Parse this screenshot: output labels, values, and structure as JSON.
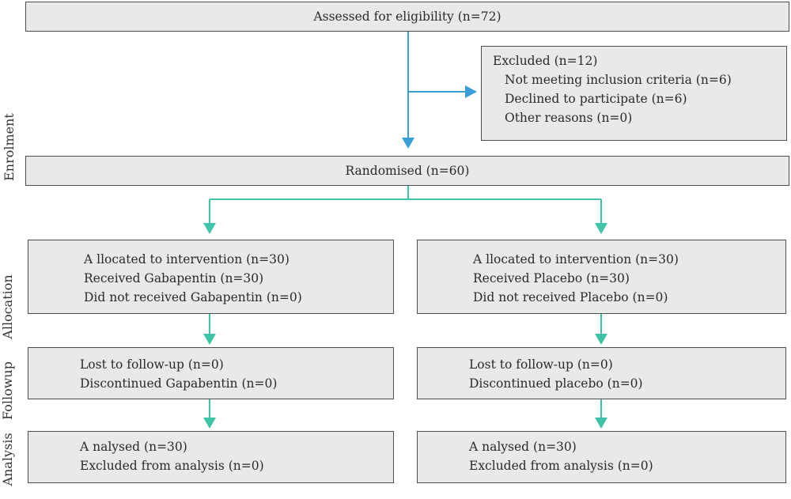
{
  "stages": [
    "Enrolment",
    "Allocation",
    "Followup",
    "Analysis"
  ],
  "assessed": "Assessed for eligibility (n=72)",
  "excluded": {
    "title": "Excluded (n=12)",
    "items": [
      "Not meeting inclusion criteria (n=6)",
      "Declined to participate (n=6)",
      "Other reasons (n=0)"
    ]
  },
  "randomised": "Randomised (n=60)",
  "allocation": {
    "left": [
      "A llocated to intervention (n=30)",
      "Received Gabapentin (n=30)",
      "Did not received Gabapentin (n=0)"
    ],
    "right": [
      "A llocated to intervention (n=30)",
      "Received Placebo (n=30)",
      "Did not received Placebo (n=0)"
    ]
  },
  "followup": {
    "left": [
      "Lost to follow-up (n=0)",
      "Discontinued Gapabentin (n=0)"
    ],
    "right": [
      "Lost to follow-up (n=0)",
      "Discontinued placebo (n=0)"
    ]
  },
  "analysis": {
    "left": [
      "A nalysed (n=30)",
      "Excluded from analysis (n=0)"
    ],
    "right": [
      "A nalysed (n=30)",
      "Excluded from analysis (n=0)"
    ]
  },
  "colors": {
    "blue_arrow": "#3a9fd8",
    "teal_arrow": "#40c4a8",
    "box_fill": "#e8e9ea",
    "box_border": "#4d4d4d"
  }
}
